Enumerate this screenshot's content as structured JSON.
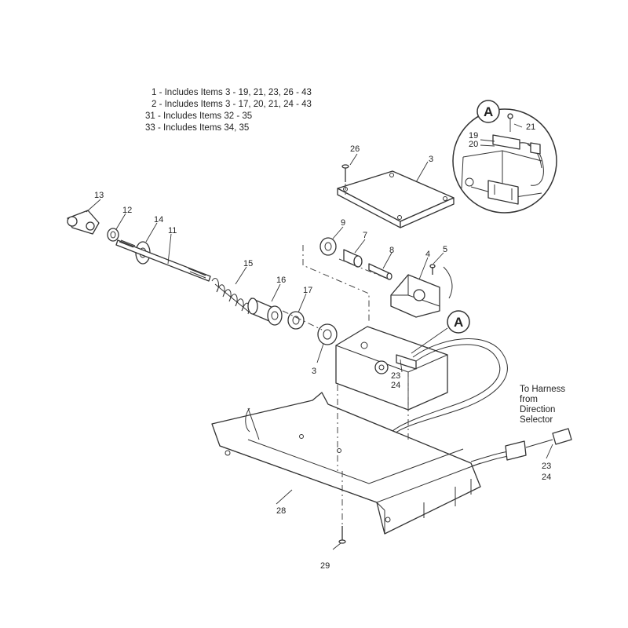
{
  "legend": [
    "1 - Includes Items 3 - 19, 21, 23, 26 - 43",
    "2 - Includes Items 3 - 17, 20, 21, 24 - 43",
    "31 - Includes Items 32 - 35",
    "33 - Includes Items 34, 35"
  ],
  "note": {
    "line1": "To Harness",
    "line2": "from",
    "line3": "Direction",
    "line4": "Selector"
  },
  "callouts": {
    "c3_top": "3",
    "c26": "26",
    "c13": "13",
    "c12": "12",
    "c14": "14",
    "c11": "11",
    "c15": "15",
    "c16": "16",
    "c17": "17",
    "c9": "9",
    "c7": "7",
    "c8": "8",
    "c4": "4",
    "c5": "5",
    "c3_left": "3",
    "c23_box": "23",
    "c24_box": "24",
    "c23_right": "23",
    "c24_right": "24",
    "c28": "28",
    "c29": "29",
    "c19": "19",
    "c20": "20",
    "c21": "21"
  },
  "detail_refs": {
    "detail_a_inset": "A",
    "detail_a_main": "A"
  }
}
